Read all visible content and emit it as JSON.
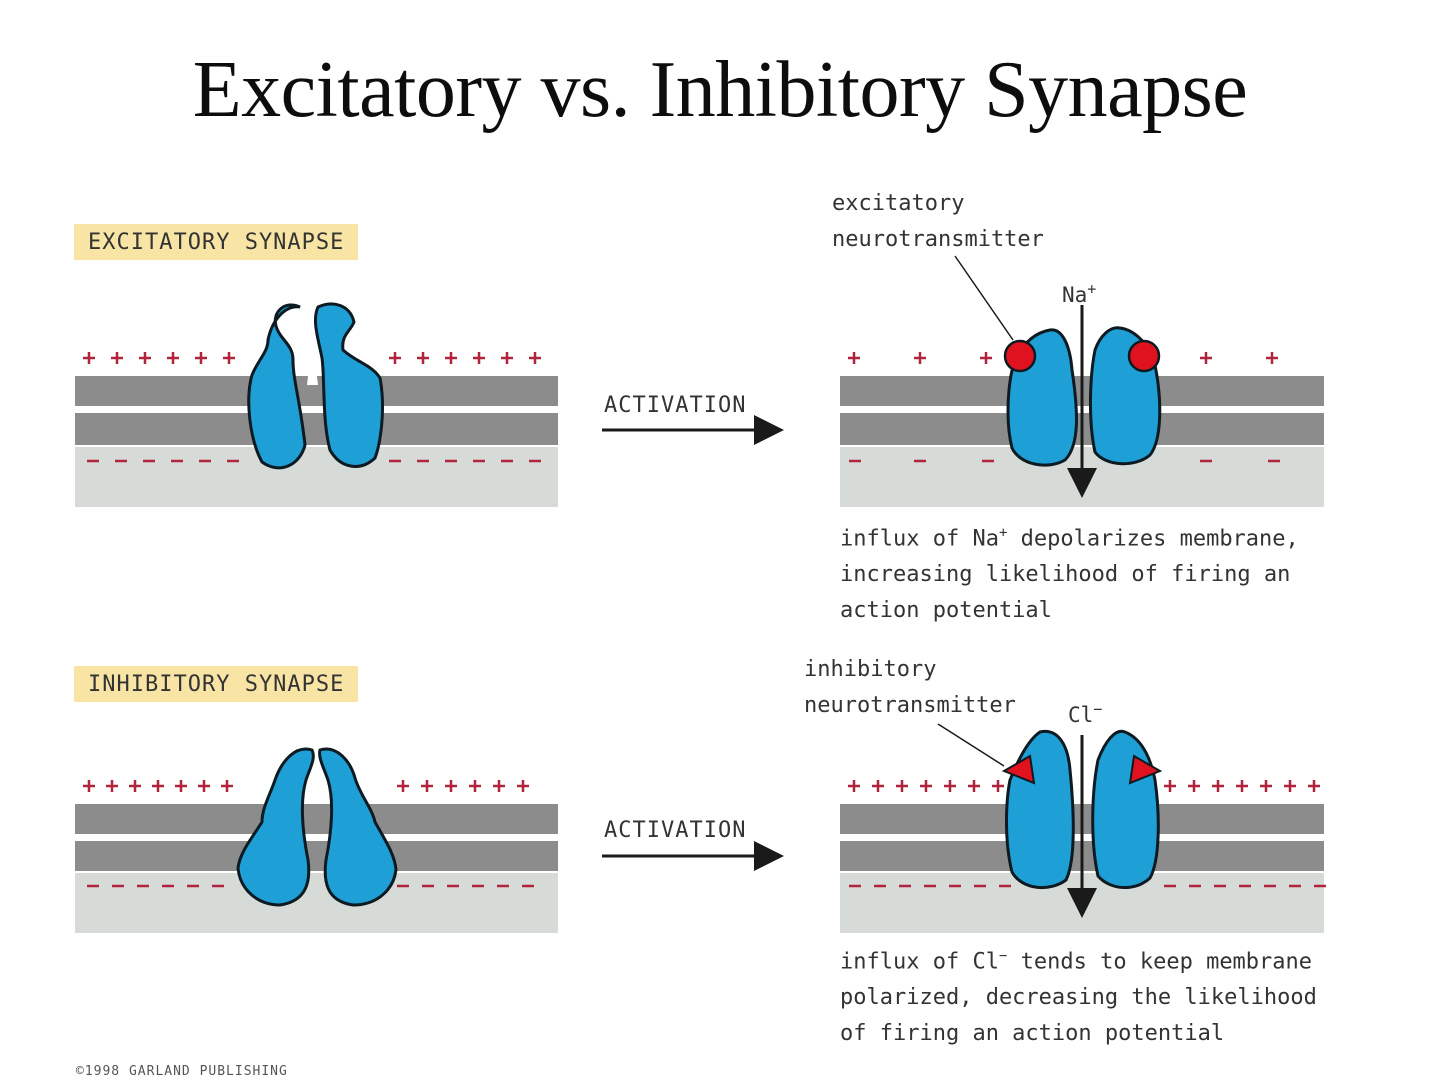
{
  "title": "Excitatory vs. Inhibitory Synapse",
  "excitatory": {
    "tag": "EXCITATORY SYNAPSE",
    "arrow_label": "ACTIVATION",
    "transmitter_label_1": "excitatory",
    "transmitter_label_2": "neurotransmitter",
    "ion": "Na",
    "ion_charge": "+",
    "caption_1a": "influx of Na",
    "caption_1b": "+",
    "caption_1c": " depolarizes membrane,",
    "caption_2": "increasing likelihood of firing an",
    "caption_3": "action potential"
  },
  "inhibitory": {
    "tag": "INHIBITORY SYNAPSE",
    "arrow_label": "ACTIVATION",
    "transmitter_label_1": "inhibitory",
    "transmitter_label_2": "neurotransmitter",
    "ion": "Cl",
    "ion_charge": "−",
    "caption_1a": "influx of Cl",
    "caption_1b": "−",
    "caption_1c": " tends to keep membrane",
    "caption_2": "polarized, decreasing the likelihood",
    "caption_3": "of firing an action potential"
  },
  "copyright": "©1998 GARLAND PUBLISHING",
  "colors": {
    "channel": "#1ea0d6",
    "membrane": "#8c8c8c",
    "cytoplasm": "#d6dbd8",
    "charge": "#b0243c",
    "neurotransmitter": "#e0121f",
    "tag_bg": "#f8e4a4"
  }
}
